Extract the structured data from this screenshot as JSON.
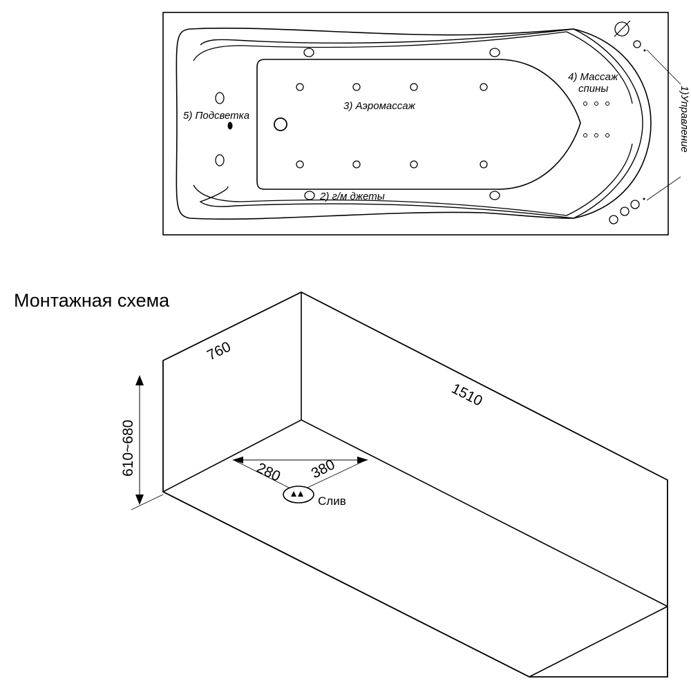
{
  "top_view": {
    "labels": {
      "controls": "1)Управление",
      "hydro_jets": "2) г/м джеты",
      "aeromassage": "3) Аэромассаж",
      "back_massage_line1": "4) Массаж",
      "back_massage_line2": "спины",
      "lighting": "5) Подсветка"
    }
  },
  "install_scheme": {
    "title": "Монтажная схема",
    "dims": {
      "width": "760",
      "length": "1510",
      "height": "610~680",
      "drain_left": "280",
      "drain_right": "380"
    },
    "drain_label": "Слив"
  }
}
